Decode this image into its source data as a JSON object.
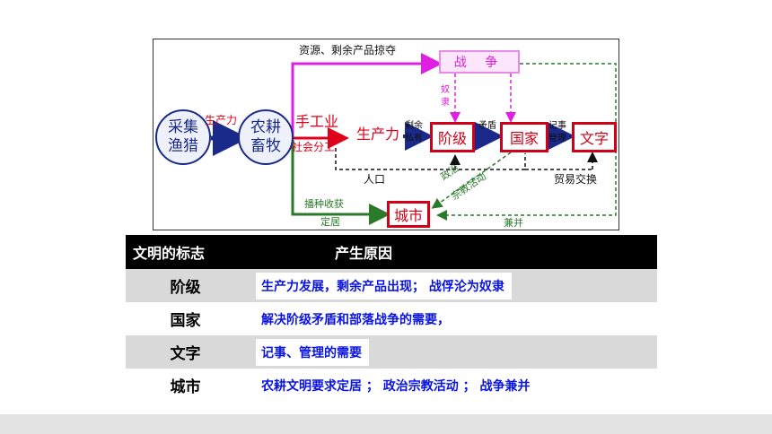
{
  "diagram": {
    "top_label": "资源、剩余产品掠夺",
    "war": "战 争",
    "slave": "奴\n隶",
    "gather": "采集\n渔猎",
    "farm": "农耕\n畜牧",
    "prod_force_small": "生产力",
    "handicraft": "手工业",
    "social_div": "社会分工",
    "prod_force_big": "生产力",
    "surplus": "剩余\n私有",
    "class": "阶级",
    "conflict": "矛盾",
    "state": "国家",
    "record": "记事\n管理",
    "writing": "文字",
    "population": "人口",
    "politics": "政治",
    "religion": "宗教活动",
    "trade": "贸易交换",
    "farming": "播种收获",
    "settle": "定居",
    "city": "城市",
    "annex": "兼并"
  },
  "table": {
    "headers": [
      "文明的标志",
      "产生原因"
    ],
    "rows": [
      {
        "mark": "阶级",
        "reason": "生产力发展，剩余产品出现； 战俘沦为奴隶"
      },
      {
        "mark": "国家",
        "reason": "解决阶级矛盾和部落战争的需要，"
      },
      {
        "mark": "文字",
        "reason": " 记事、管理的需要"
      },
      {
        "mark": "城市",
        "reason": "农耕文明要求定居 ； 政治宗教活动 ； 战争兼并"
      }
    ]
  }
}
